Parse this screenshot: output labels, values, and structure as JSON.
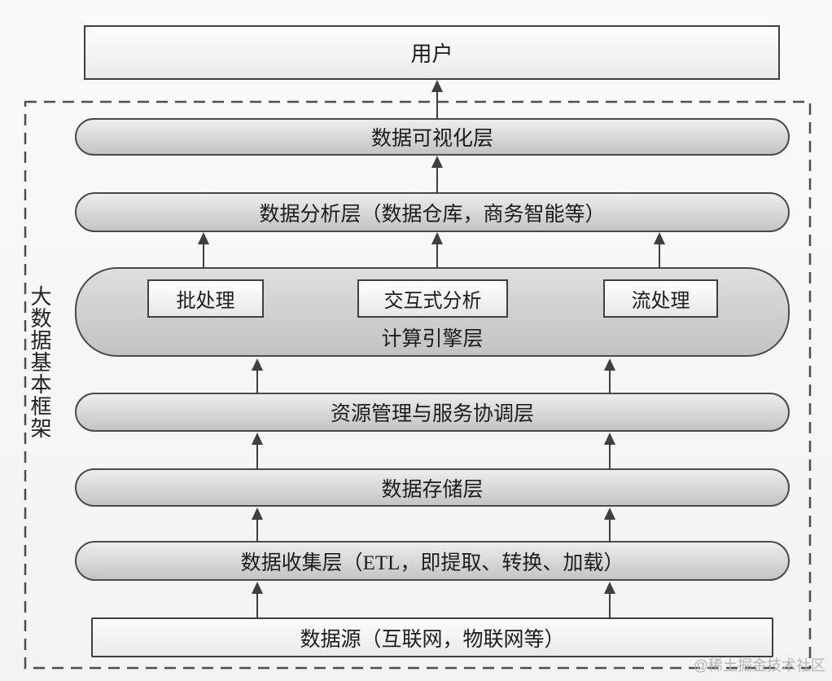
{
  "user_box": {
    "label": "用户"
  },
  "frame": {
    "side_label": "大数据基本框架"
  },
  "layers": [
    {
      "id": "visualization",
      "label": "数据可视化层"
    },
    {
      "id": "analysis",
      "label": "数据分析层（数据仓库，商务智能等）"
    },
    {
      "id": "compute",
      "label": "计算引擎层",
      "engines": [
        "批处理",
        "交互式分析",
        "流处理"
      ]
    },
    {
      "id": "resource",
      "label": "资源管理与服务协调层"
    },
    {
      "id": "storage",
      "label": "数据存储层"
    },
    {
      "id": "collection",
      "label": "数据收集层（ETL，即提取、转换、加载）"
    },
    {
      "id": "source",
      "label": "数据源（互联网，物联网等）"
    }
  ],
  "flow_direction": "bottom-to-top",
  "watermark": {
    "text": "@稀土掘金技术社区"
  },
  "colors": {
    "pill_fill_top": "#ededed",
    "pill_fill_bottom": "#c4c4c4",
    "compute_fill_top": "#dedede",
    "compute_fill_bottom": "#c3c3c3",
    "box_border": "#4a4a4a",
    "arrow": "#3f3f3f",
    "dashed_frame": "#4d4d4d",
    "watermark_gray": "#b5b5b5"
  }
}
